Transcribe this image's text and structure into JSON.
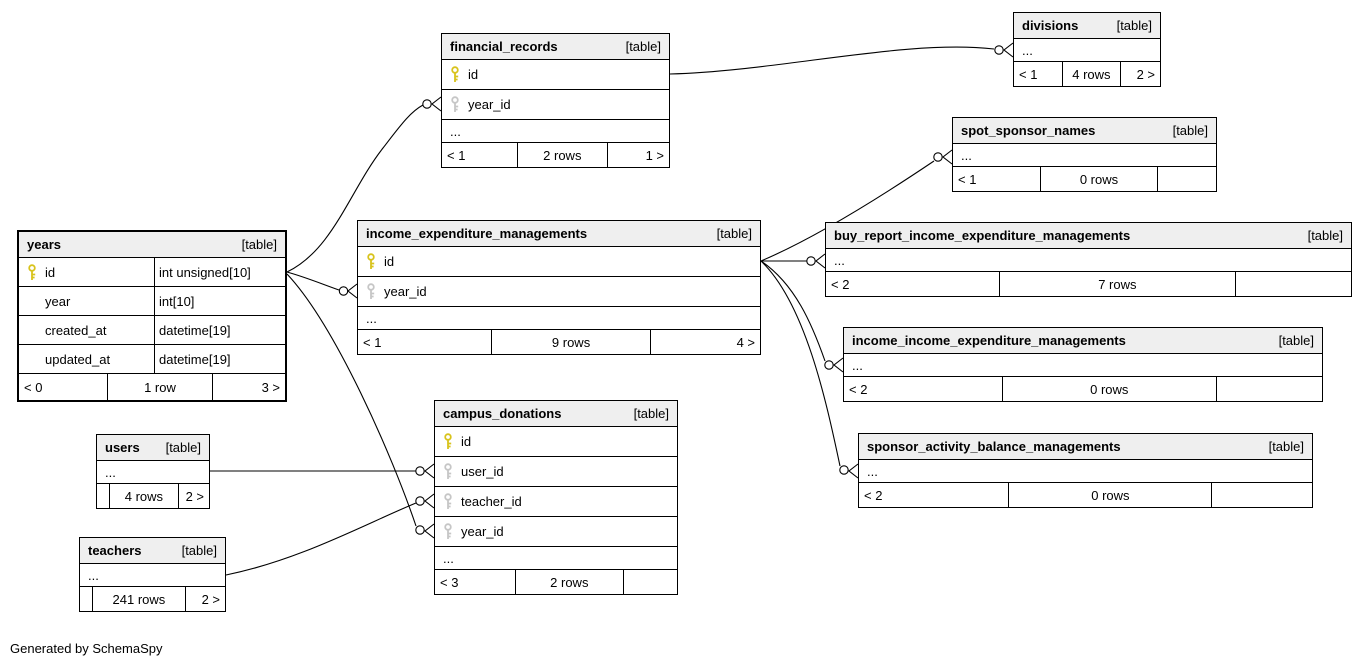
{
  "diagram": {
    "generated_by": "Generated by SchemaSpy"
  },
  "tables": {
    "financial_records": {
      "name": "financial_records",
      "badge": "[table]",
      "columns": [
        {
          "name": "id",
          "key": "PK"
        },
        {
          "name": "year_id",
          "key": "FK"
        }
      ],
      "ellipsis": "...",
      "footer": {
        "left": "< 1",
        "center": "2 rows",
        "right": "1 >"
      }
    },
    "divisions": {
      "name": "divisions",
      "badge": "[table]",
      "ellipsis": "...",
      "footer": {
        "left": "< 1",
        "center": "4 rows",
        "right": "2 >"
      }
    },
    "spot_sponsor_names": {
      "name": "spot_sponsor_names",
      "badge": "[table]",
      "ellipsis": "...",
      "footer": {
        "left": "< 1",
        "center": "0 rows",
        "right": ""
      }
    },
    "income_expenditure_managements": {
      "name": "income_expenditure_managements",
      "badge": "[table]",
      "columns": [
        {
          "name": "id",
          "key": "PK"
        },
        {
          "name": "year_id",
          "key": "FK"
        }
      ],
      "ellipsis": "...",
      "footer": {
        "left": "< 1",
        "center": "9 rows",
        "right": "4 >"
      }
    },
    "buy_report_income_expenditure_managements": {
      "name": "buy_report_income_expenditure_managements",
      "badge": "[table]",
      "ellipsis": "...",
      "footer": {
        "left": "< 2",
        "center": "7 rows",
        "right": ""
      }
    },
    "income_income_expenditure_managements": {
      "name": "income_income_expenditure_managements",
      "badge": "[table]",
      "ellipsis": "...",
      "footer": {
        "left": "< 2",
        "center": "0 rows",
        "right": ""
      }
    },
    "sponsor_activity_balance_managements": {
      "name": "sponsor_activity_balance_managements",
      "badge": "[table]",
      "ellipsis": "...",
      "footer": {
        "left": "< 2",
        "center": "0 rows",
        "right": ""
      }
    },
    "years": {
      "name": "years",
      "badge": "[table]",
      "columns": [
        {
          "name": "id",
          "type": "int unsigned[10]",
          "key": "PK"
        },
        {
          "name": "year",
          "type": "int[10]"
        },
        {
          "name": "created_at",
          "type": "datetime[19]"
        },
        {
          "name": "updated_at",
          "type": "datetime[19]"
        }
      ],
      "footer": {
        "left": "< 0",
        "center": "1 row",
        "right": "3 >"
      }
    },
    "users": {
      "name": "users",
      "badge": "[table]",
      "ellipsis": "...",
      "footer": {
        "left": "",
        "center": "4 rows",
        "right": "2 >"
      }
    },
    "teachers": {
      "name": "teachers",
      "badge": "[table]",
      "ellipsis": "...",
      "footer": {
        "left": "",
        "center": "241 rows",
        "right": "2 >"
      }
    },
    "campus_donations": {
      "name": "campus_donations",
      "badge": "[table]",
      "columns": [
        {
          "name": "id",
          "key": "PK"
        },
        {
          "name": "user_id",
          "key": "FK"
        },
        {
          "name": "teacher_id",
          "key": "FK"
        },
        {
          "name": "year_id",
          "key": "FK"
        }
      ],
      "ellipsis": "...",
      "footer": {
        "left": "< 3",
        "center": "2 rows",
        "right": ""
      }
    }
  },
  "relationships": [
    {
      "parent": "years",
      "child": "financial_records",
      "child_column": "year_id"
    },
    {
      "parent": "years",
      "child": "income_expenditure_managements",
      "child_column": "year_id"
    },
    {
      "parent": "years",
      "child": "campus_donations",
      "child_column": "year_id"
    },
    {
      "parent": "financial_records",
      "child": "divisions"
    },
    {
      "parent": "income_expenditure_managements",
      "child": "spot_sponsor_names"
    },
    {
      "parent": "income_expenditure_managements",
      "child": "buy_report_income_expenditure_managements"
    },
    {
      "parent": "income_expenditure_managements",
      "child": "income_income_expenditure_managements"
    },
    {
      "parent": "income_expenditure_managements",
      "child": "sponsor_activity_balance_managements"
    },
    {
      "parent": "users",
      "child": "campus_donations",
      "child_column": "user_id"
    },
    {
      "parent": "teachers",
      "child": "campus_donations",
      "child_column": "teacher_id"
    }
  ]
}
